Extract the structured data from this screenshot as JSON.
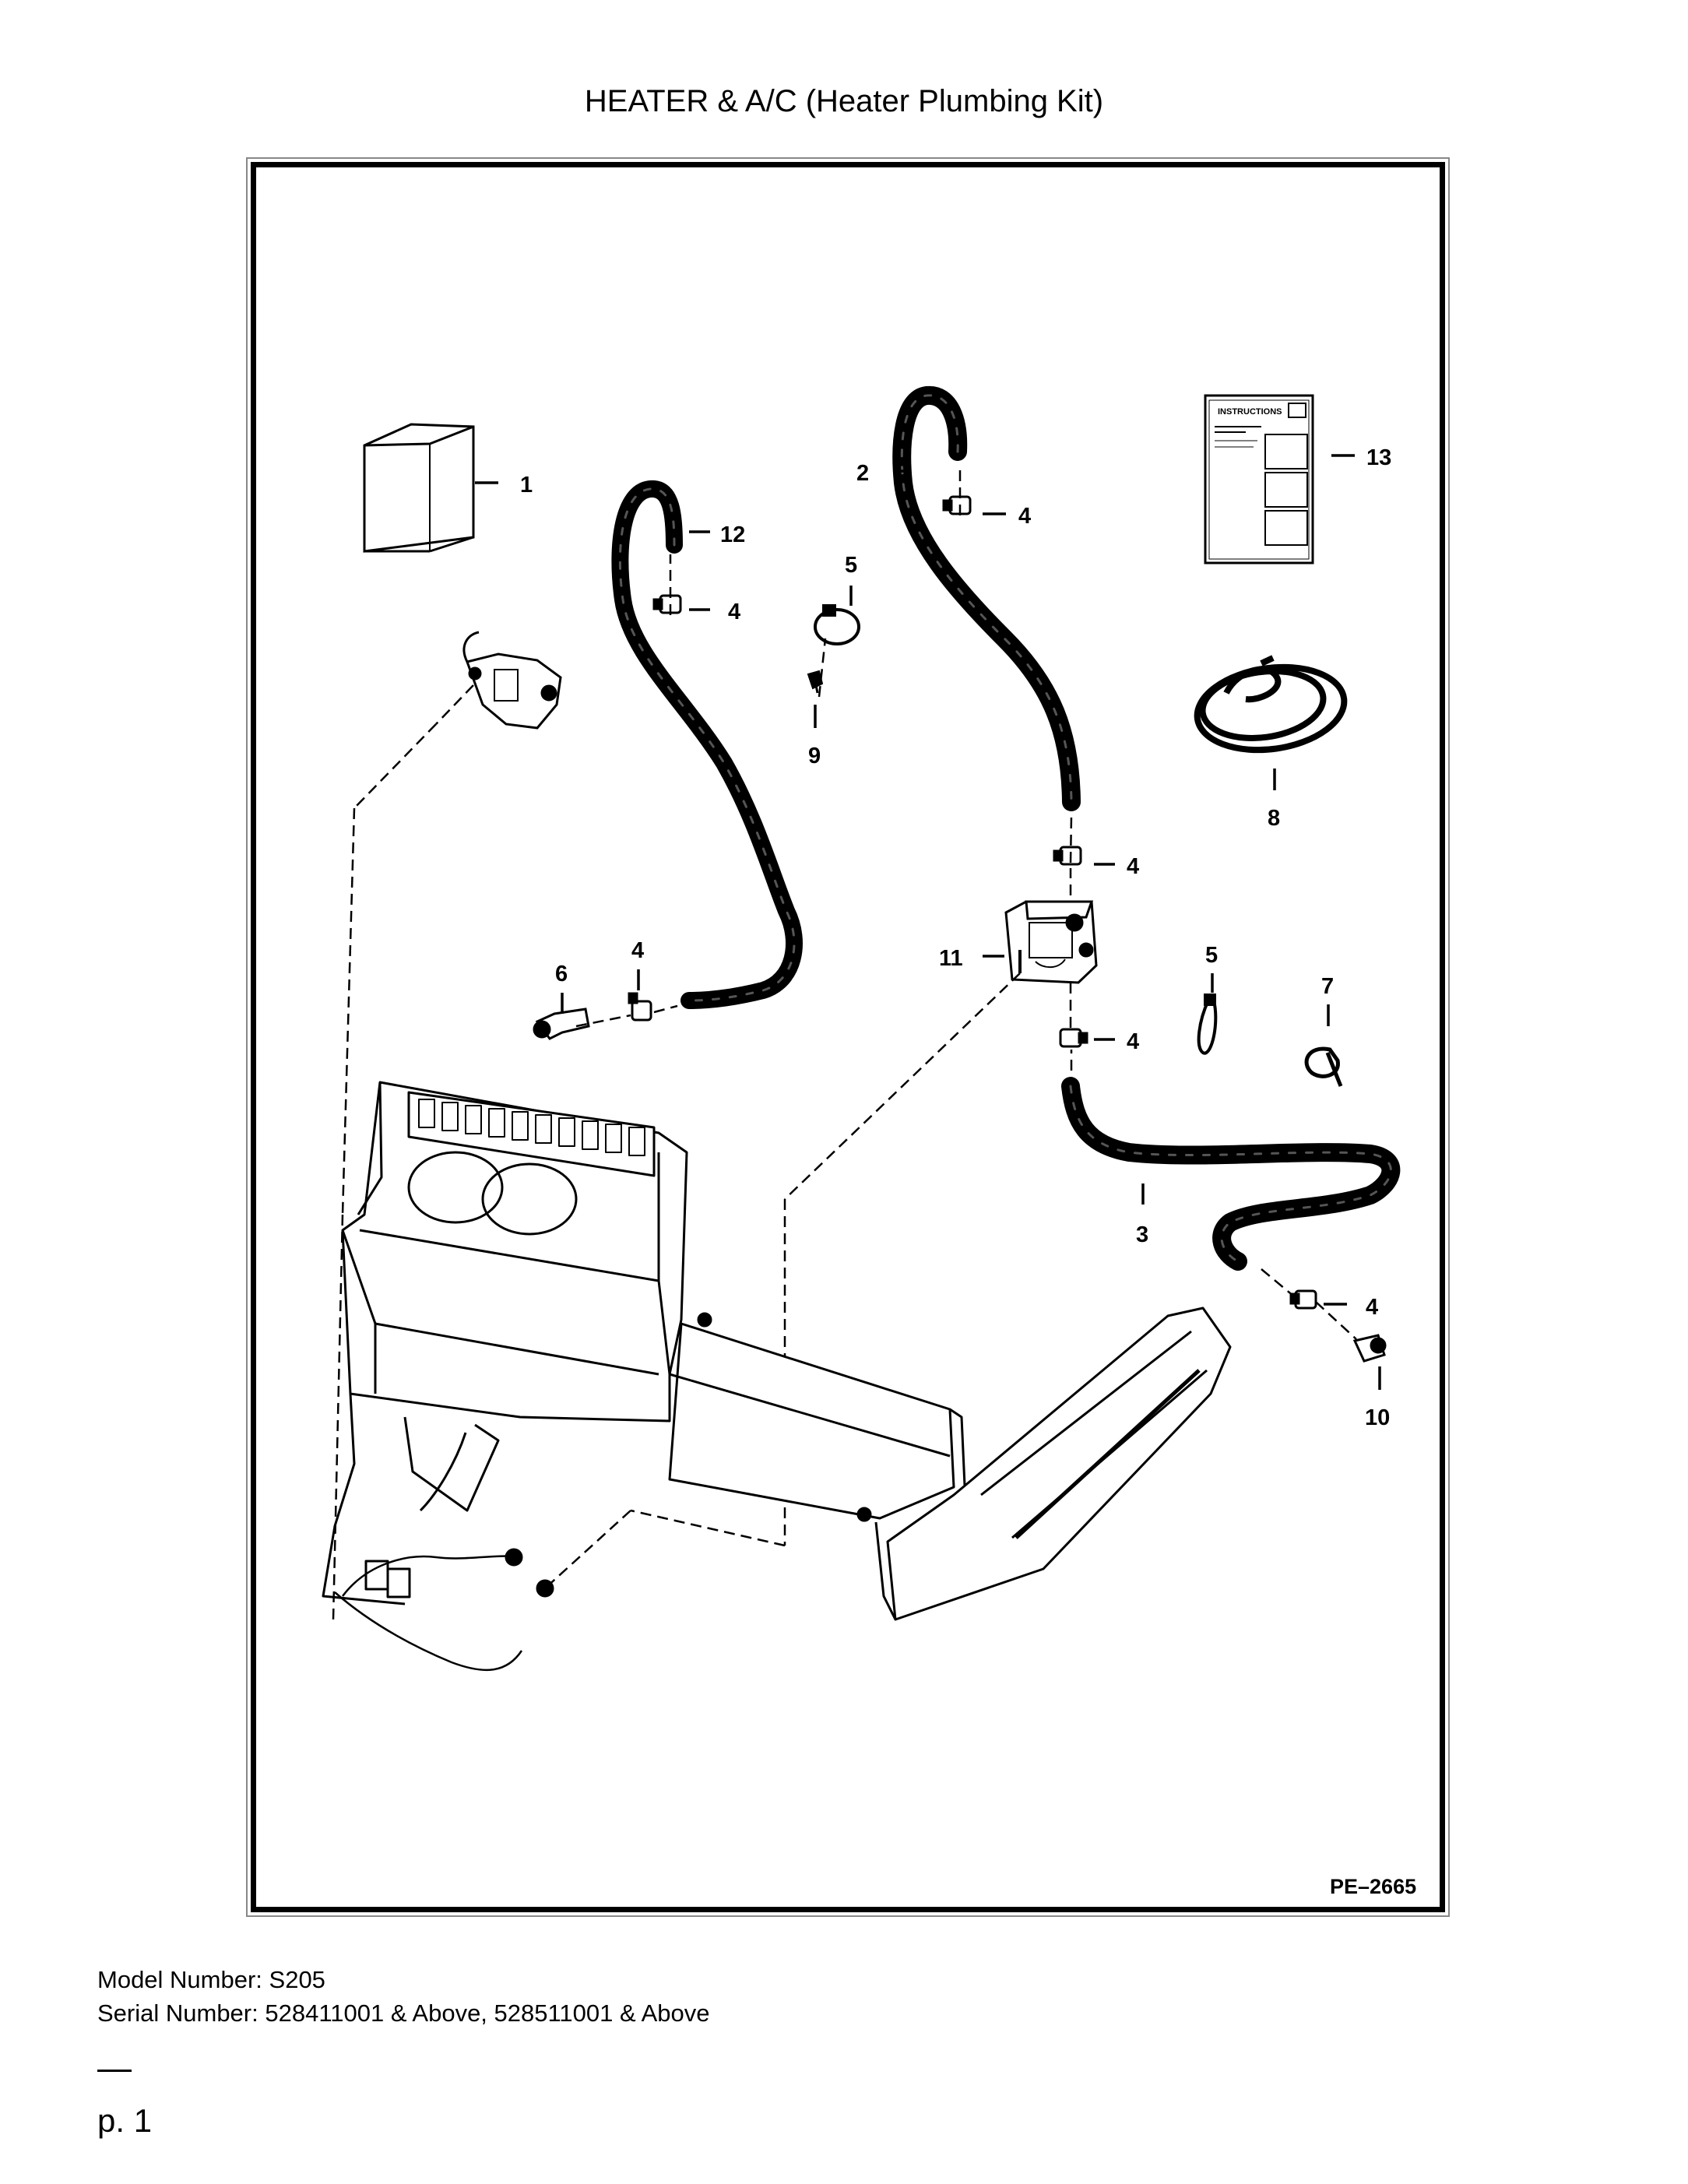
{
  "page": {
    "title": "HEATER & A/C (Heater Plumbing Kit)",
    "page_number": "p. 1"
  },
  "figure": {
    "code": "PE–2665",
    "callouts": {
      "c1": "1",
      "c2": "2",
      "c3": "3",
      "c4a": "4",
      "c4b": "4",
      "c4c": "4",
      "c4d": "4",
      "c4e": "4",
      "c4f": "4",
      "c5a": "5",
      "c5b": "5",
      "c6": "6",
      "c7": "7",
      "c8": "8",
      "c9": "9",
      "c10": "10",
      "c11": "11",
      "c12": "12",
      "c13": "13"
    },
    "instructions_header": "INSTRUCTIONS"
  },
  "info": {
    "model": "Model Number: S205",
    "serial": "Serial Number: 528411001 & Above, 528511001 & Above"
  }
}
